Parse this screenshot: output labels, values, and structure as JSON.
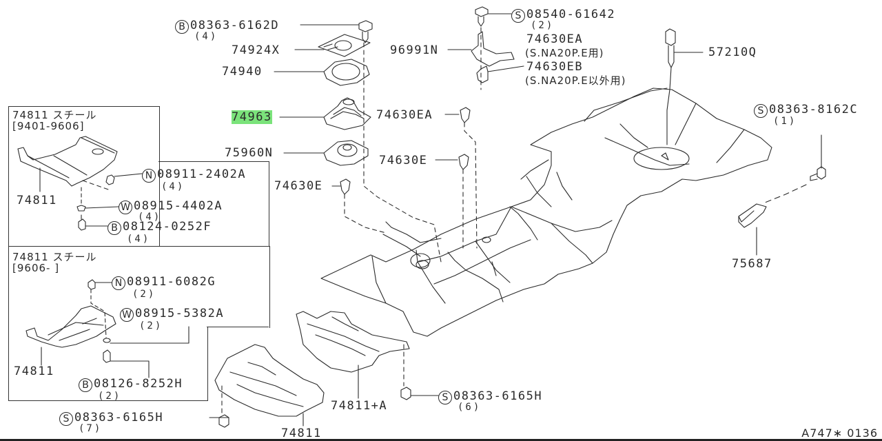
{
  "diagram": {
    "reference_code": "A747∗ 0136",
    "highlight_color": "#7be37b",
    "line_color": "#2a2a2a",
    "insets": [
      {
        "title": "74811 スチール",
        "range": "[9401-9606]",
        "part_label": "74811",
        "fasteners": [
          {
            "prefix": "N",
            "number": "08911-2402A",
            "qty": "(4)"
          },
          {
            "prefix": "W",
            "number": "08915-4402A",
            "qty": "(4)"
          },
          {
            "prefix": "B",
            "number": "08124-0252F",
            "qty": "(4)"
          }
        ]
      },
      {
        "title": "74811 スチール",
        "range": "[9606-     ]",
        "part_label": "74811",
        "fasteners": [
          {
            "prefix": "N",
            "number": "08911-6082G",
            "qty": "(2)"
          },
          {
            "prefix": "W",
            "number": "08915-5382A",
            "qty": "(2)"
          },
          {
            "prefix": "B",
            "number": "08126-8252H",
            "qty": "(2)"
          }
        ]
      }
    ],
    "parts": {
      "bolt_top": {
        "prefix": "B",
        "number": "08363-6162D",
        "qty": "(4)"
      },
      "plate": "74924X",
      "ring": "74940",
      "boot": {
        "number": "74963",
        "highlighted": true
      },
      "boot_inner": "75960N",
      "grommet_left": "74630E",
      "grommet_mid": "74630E",
      "grommet_ea": "74630EA",
      "screw_top": {
        "prefix": "S",
        "number": "08540-61642",
        "qty": "(2)"
      },
      "bracket": "96991N",
      "clip_ea": {
        "number": "74630EA",
        "note": "(S.NA20P.E用)"
      },
      "clip_eb": {
        "number": "74630EB",
        "note": "(S.NA20P.E以外用)"
      },
      "harness_clip": "57210Q",
      "bolt_right": {
        "prefix": "S",
        "number": "08363-8162C",
        "qty": "(1)"
      },
      "bracket_right": "75687",
      "under_cover_a": "74811+A",
      "under_cover": "74811",
      "bolt_bottom_mid": {
        "prefix": "S",
        "number": "08363-6165H",
        "qty": "(6)"
      },
      "bolt_bottom_left": {
        "prefix": "S",
        "number": "08363-6165H",
        "qty": "(7)"
      }
    }
  }
}
